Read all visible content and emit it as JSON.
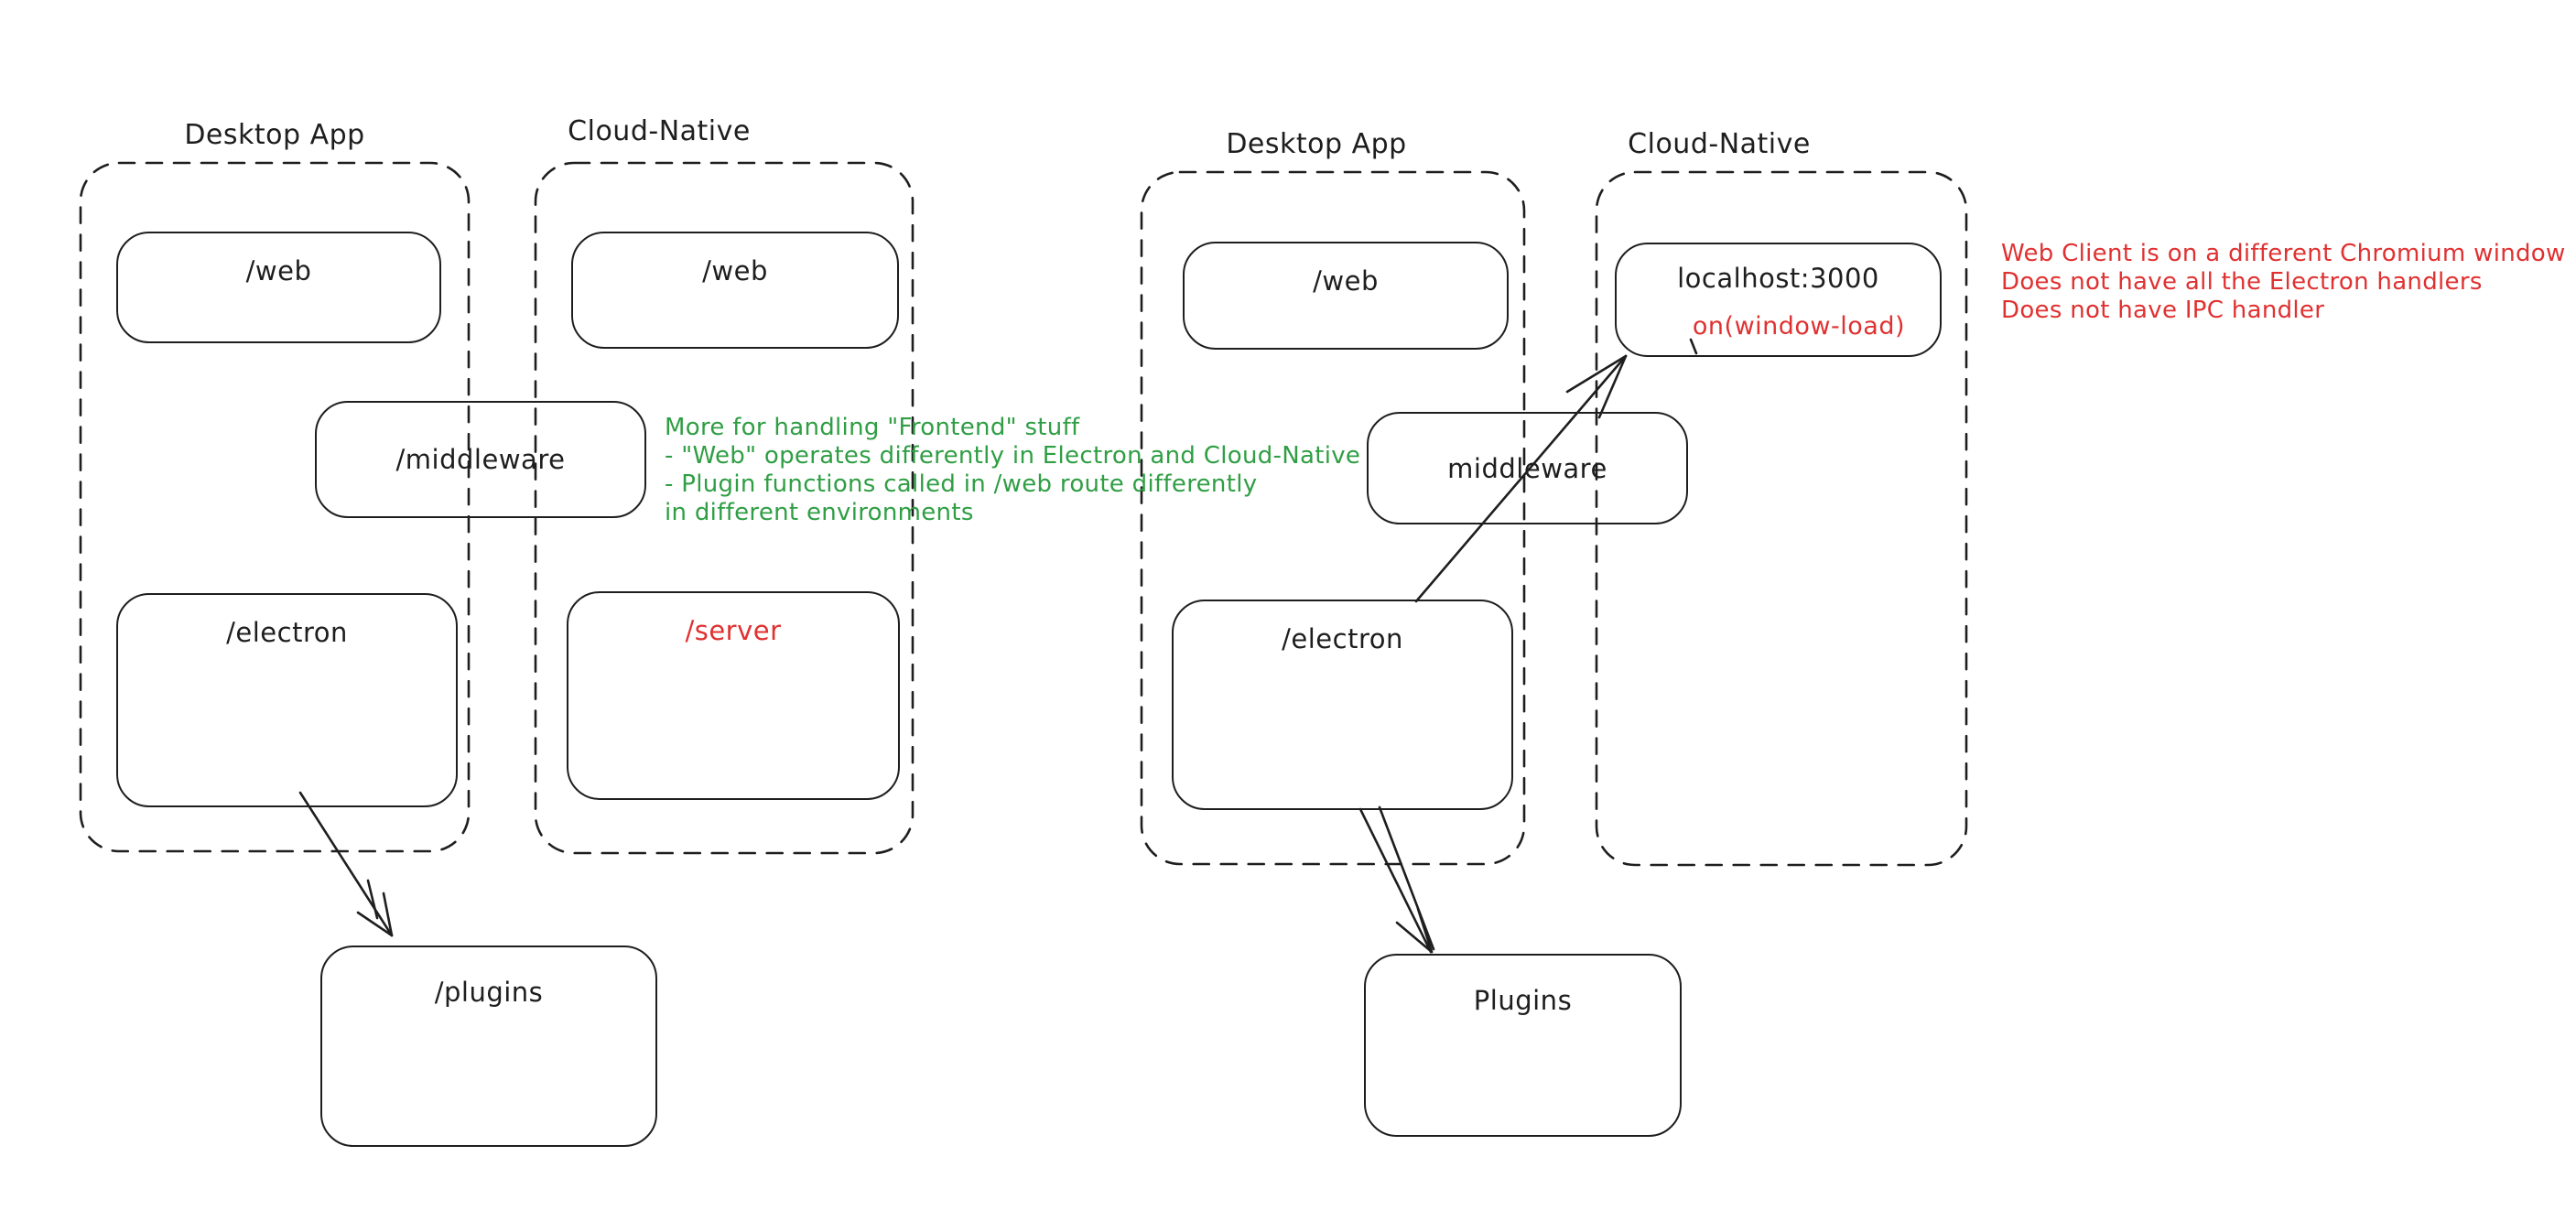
{
  "colors": {
    "stroke": "#1e1e1e",
    "annotation_green": "#2f9e44",
    "annotation_red": "#e03131",
    "background": "#ffffff"
  },
  "left_diagram": {
    "desktop_container_title": "Desktop App",
    "cloud_container_title": "Cloud-Native",
    "web_desktop_box": "/web",
    "web_cloud_box": "/web",
    "middleware_box": "/middleware",
    "electron_box": "/electron",
    "server_box": "/server",
    "plugins_box": "/plugins"
  },
  "right_diagram": {
    "desktop_container_title": "Desktop App",
    "cloud_container_title": "Cloud-Native",
    "web_box": "/web",
    "localhost_box": "localhost:3000",
    "localhost_box_sub": "on(window-load)",
    "middleware_box": "middleware",
    "electron_box": "/electron",
    "plugins_box": "Plugins"
  },
  "annotations": {
    "green_note": {
      "lines": [
        "More for handling \"Frontend\" stuff",
        "- \"Web\" operates differently in Electron and Cloud-Native",
        "- Plugin functions called in /web route differently",
        "in different environments"
      ]
    },
    "red_note": {
      "lines": [
        "Web Client is on a different Chromium window",
        "Does not have all the Electron handlers",
        "Does not have IPC handler"
      ]
    }
  }
}
